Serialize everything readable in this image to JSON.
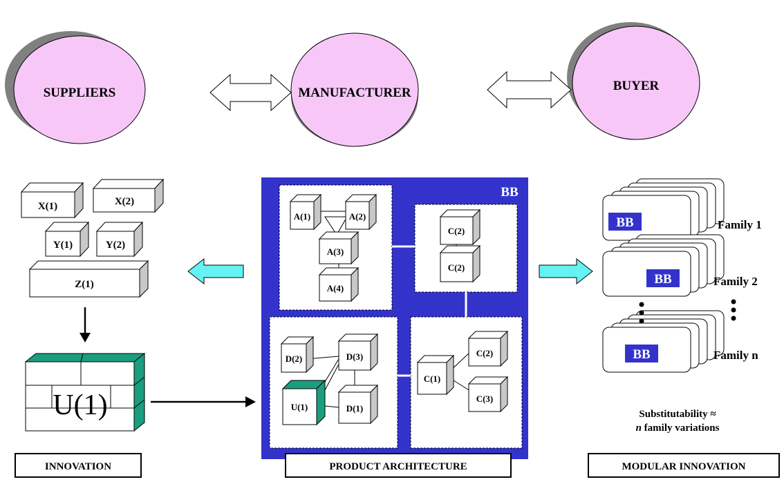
{
  "actors": {
    "suppliers": "SUPPLIERS",
    "manufacturer": "MANUFACTURER",
    "buyer": "BUYER"
  },
  "left_modules": {
    "x1": "X(1)",
    "x2": "X(2)",
    "y1": "Y(1)",
    "y2": "Y(2)",
    "z1": "Z(1)",
    "u1": "U(1)"
  },
  "architecture": {
    "bb_label": "BB",
    "a1": "A(1)",
    "a2": "A(2)",
    "a3": "A(3)",
    "a4": "A(4)",
    "c2_top": "C(2)",
    "c2_bottom": "C(2)",
    "d2": "D(2)",
    "d3": "D(3)",
    "u1": "U(1)",
    "d1": "D(1)",
    "c1": "C(1)",
    "c2_right": "C(2)",
    "c3": "C(3)"
  },
  "families": {
    "bb": "BB",
    "family_1": "Family 1",
    "family_2": "Family 2",
    "family_n": "Family n"
  },
  "substitutability": {
    "line1": "Substitutability ≈",
    "line2_n": "n",
    "line2_rest": " family variations"
  },
  "labels": {
    "innovation": "INNOVATION",
    "product_architecture": "PRODUCT ARCHITECTURE",
    "modular_innovation": "MODULAR INNOVATION"
  },
  "colors": {
    "ellipse_fill": "#f7c8f7",
    "ellipse_shadow": "#808080",
    "bb_panel": "#3333cc",
    "teal": "#1a9e7e",
    "cyan_arrow": "#66f2f2",
    "cube_side": "#c8c8c8"
  }
}
